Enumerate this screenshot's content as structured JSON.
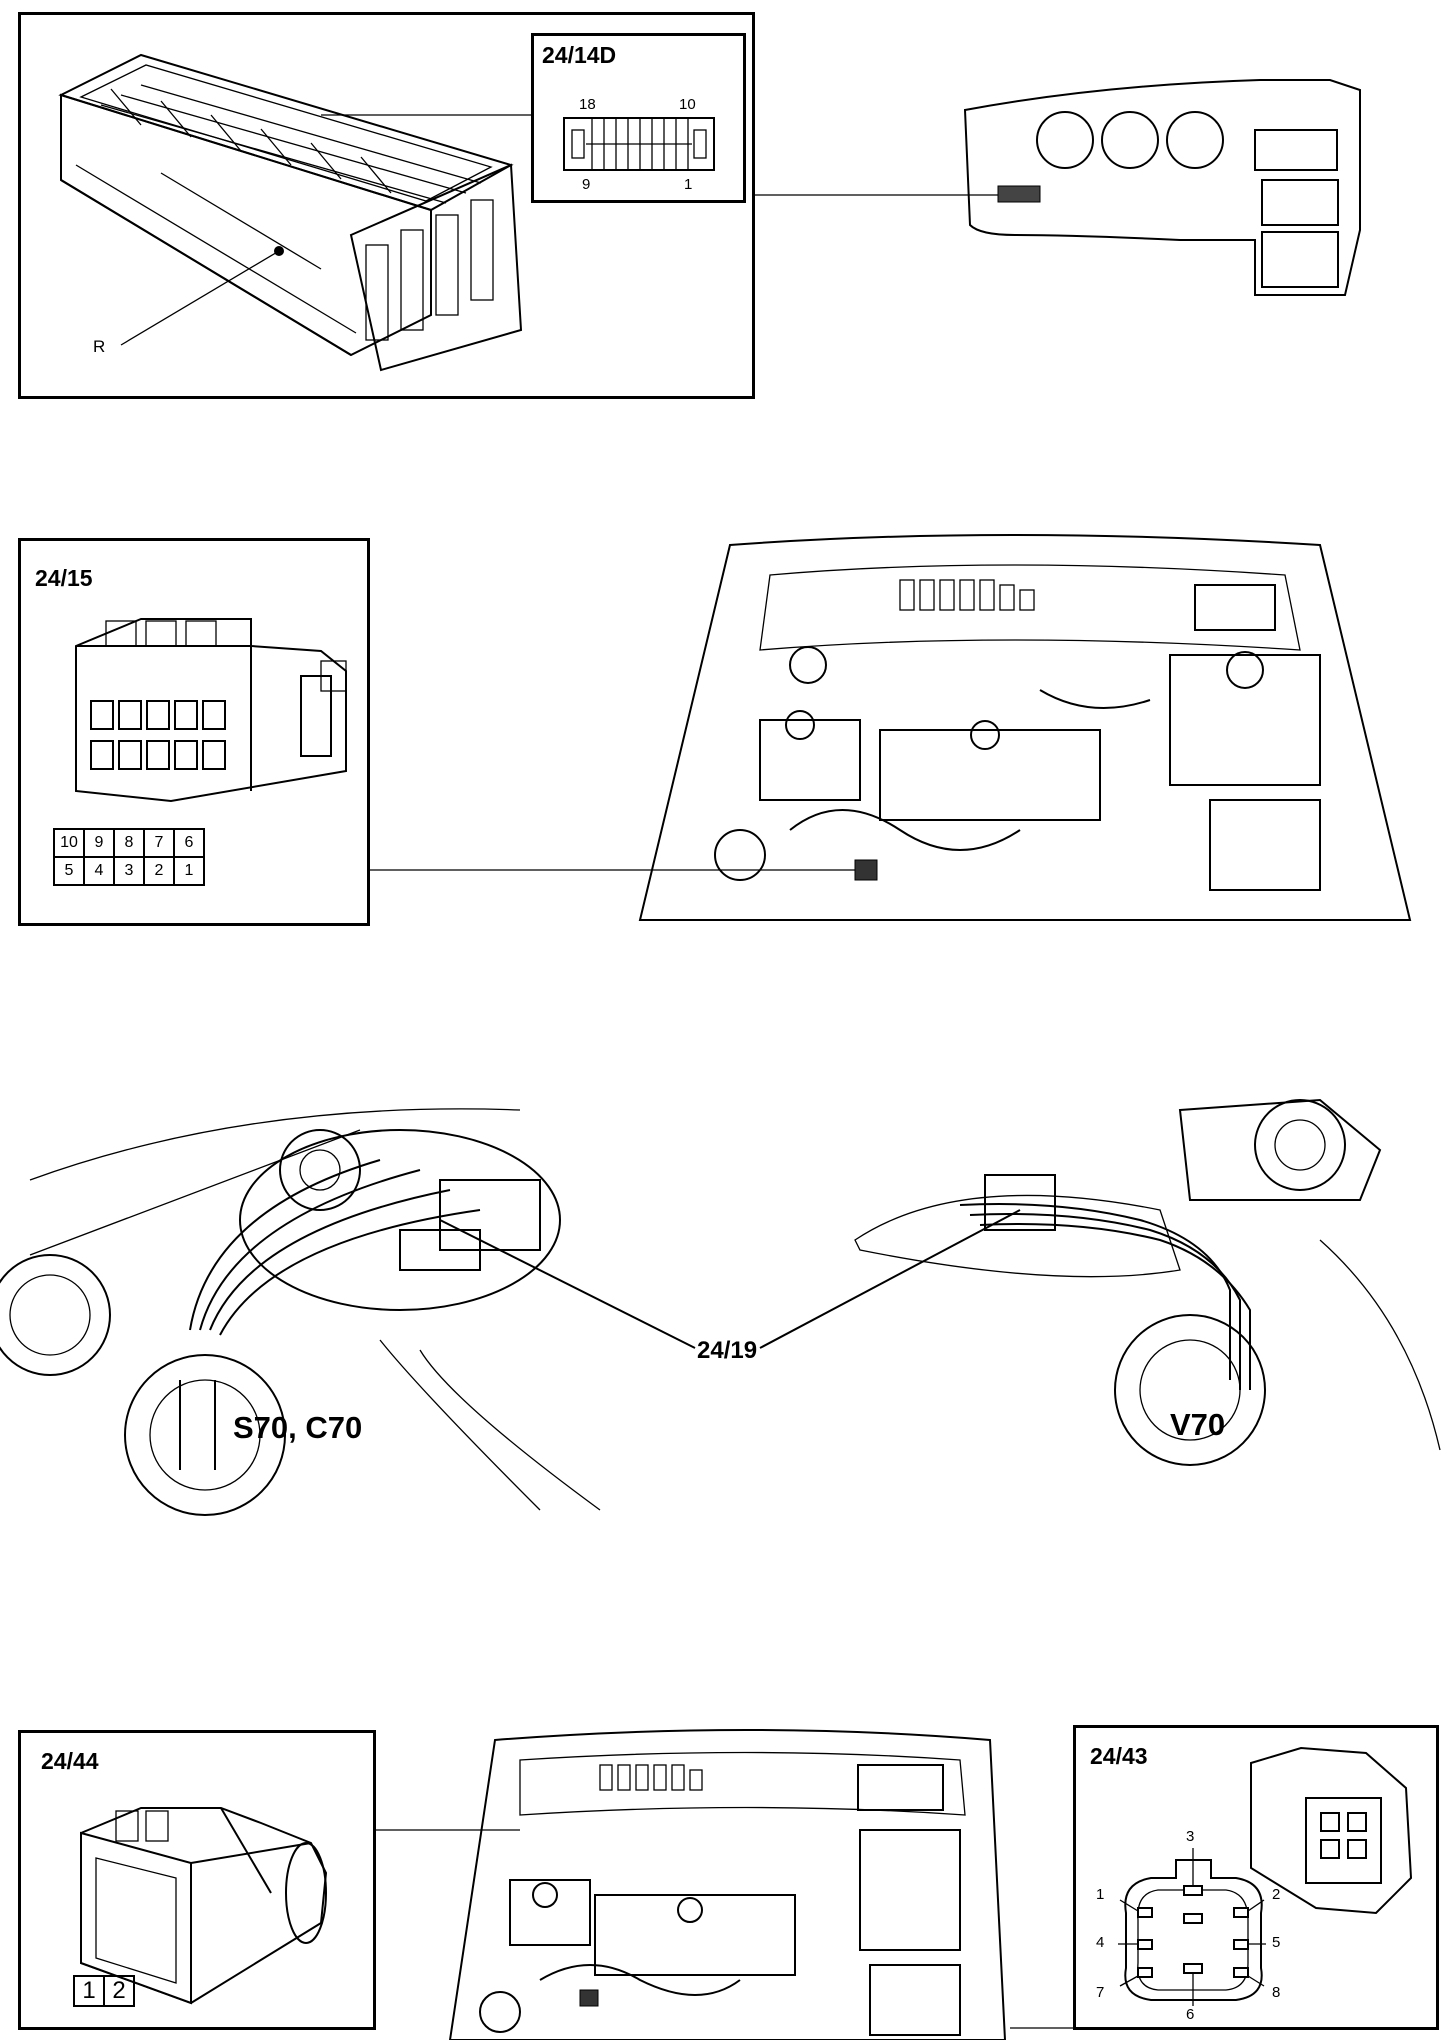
{
  "fusebox_panel": {
    "connector_label": "24/14D",
    "pin_top_left": "18",
    "pin_top_right": "10",
    "pin_bottom_left": "9",
    "pin_bottom_right": "1",
    "callout": "R"
  },
  "connector_24_15": {
    "label": "24/15",
    "pin_rows": [
      [
        "10",
        "9",
        "8",
        "7",
        "6"
      ],
      [
        "5",
        "4",
        "3",
        "2",
        "1"
      ]
    ]
  },
  "fuel_pump_section": {
    "callout": "24/19",
    "caption_left": "S70, C70",
    "caption_right": "V70"
  },
  "connector_24_44": {
    "label": "24/44",
    "pins": [
      "1",
      "2"
    ]
  },
  "connector_24_43": {
    "label": "24/43",
    "pins": [
      "1",
      "2",
      "3",
      "4",
      "5",
      "6",
      "7",
      "8"
    ]
  }
}
